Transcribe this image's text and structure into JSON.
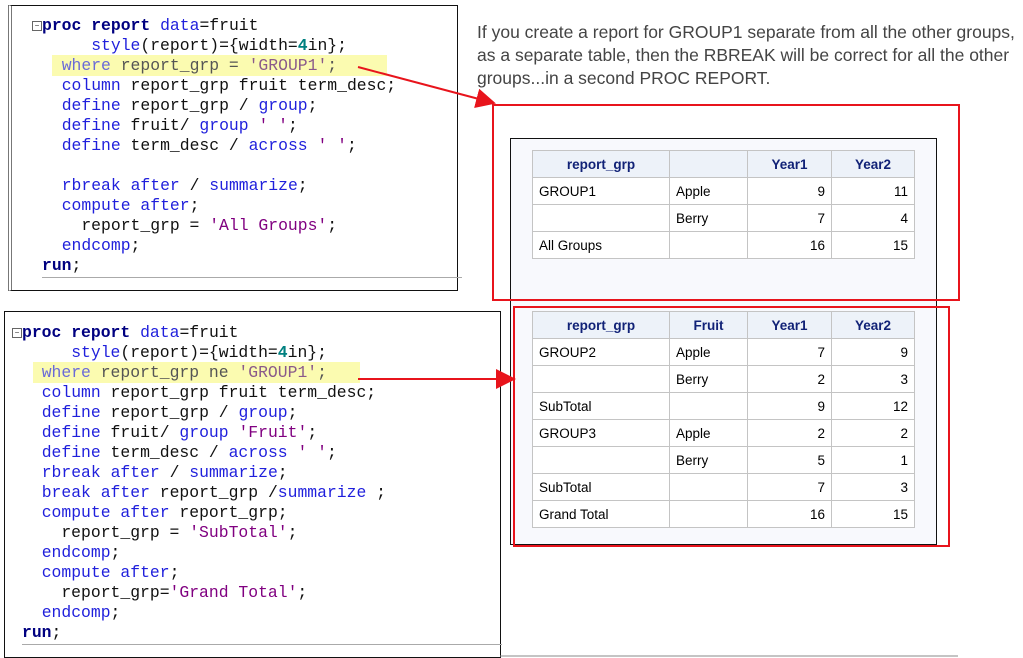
{
  "code_top": [
    [
      [
        "proc",
        "kb"
      ],
      [
        " ",
        "pl"
      ],
      [
        "report",
        "kb"
      ],
      [
        " ",
        "pl"
      ],
      [
        "data",
        "kw"
      ],
      [
        "=fruit",
        "pl"
      ]
    ],
    [
      [
        "     ",
        "pl"
      ],
      [
        "style",
        "kw"
      ],
      [
        "(report)={width=",
        "pl"
      ],
      [
        "4",
        "nm"
      ],
      [
        "in};",
        "pl"
      ]
    ],
    [
      [
        "  ",
        "pl"
      ],
      [
        "where",
        "kw"
      ],
      [
        " report_grp = ",
        "pl"
      ],
      [
        "'GROUP1'",
        "st"
      ],
      [
        ";",
        "pl"
      ]
    ],
    [
      [
        "  ",
        "pl"
      ],
      [
        "column",
        "kw"
      ],
      [
        " report_grp fruit term_desc;",
        "pl"
      ]
    ],
    [
      [
        "  ",
        "pl"
      ],
      [
        "define",
        "kw"
      ],
      [
        " report_grp / ",
        "pl"
      ],
      [
        "group",
        "kw"
      ],
      [
        ";",
        "pl"
      ]
    ],
    [
      [
        "  ",
        "pl"
      ],
      [
        "define",
        "kw"
      ],
      [
        " fruit/ ",
        "pl"
      ],
      [
        "group",
        "kw"
      ],
      [
        " ",
        "pl"
      ],
      [
        "' '",
        "st"
      ],
      [
        ";",
        "pl"
      ]
    ],
    [
      [
        "  ",
        "pl"
      ],
      [
        "define",
        "kw"
      ],
      [
        " term_desc / ",
        "pl"
      ],
      [
        "across",
        "kw"
      ],
      [
        " ",
        "pl"
      ],
      [
        "' '",
        "st"
      ],
      [
        ";",
        "pl"
      ]
    ],
    [],
    [
      [
        "  ",
        "pl"
      ],
      [
        "rbreak",
        "kw"
      ],
      [
        " ",
        "pl"
      ],
      [
        "after",
        "kw"
      ],
      [
        " / ",
        "pl"
      ],
      [
        "summarize",
        "kw"
      ],
      [
        ";",
        "pl"
      ]
    ],
    [
      [
        "  ",
        "pl"
      ],
      [
        "compute",
        "kw"
      ],
      [
        " ",
        "pl"
      ],
      [
        "after",
        "kw"
      ],
      [
        ";",
        "pl"
      ]
    ],
    [
      [
        "    report_grp = ",
        "pl"
      ],
      [
        "'All Groups'",
        "st"
      ],
      [
        ";",
        "pl"
      ]
    ],
    [
      [
        "  ",
        "pl"
      ],
      [
        "endcomp",
        "kw"
      ],
      [
        ";",
        "pl"
      ]
    ],
    [
      [
        "run",
        "kb"
      ],
      [
        ";",
        "pl"
      ]
    ]
  ],
  "code_bottom": [
    [
      [
        "proc",
        "kb"
      ],
      [
        " ",
        "pl"
      ],
      [
        "report",
        "kb"
      ],
      [
        " ",
        "pl"
      ],
      [
        "data",
        "kw"
      ],
      [
        "=fruit",
        "pl"
      ]
    ],
    [
      [
        "     ",
        "pl"
      ],
      [
        "style",
        "kw"
      ],
      [
        "(report)={width=",
        "pl"
      ],
      [
        "4",
        "nm"
      ],
      [
        "in};",
        "pl"
      ]
    ],
    [
      [
        "  ",
        "pl"
      ],
      [
        "where",
        "kw"
      ],
      [
        " report_grp ne ",
        "pl"
      ],
      [
        "'GROUP1'",
        "st"
      ],
      [
        ";",
        "pl"
      ]
    ],
    [
      [
        "  ",
        "pl"
      ],
      [
        "column",
        "kw"
      ],
      [
        " report_grp fruit term_desc;",
        "pl"
      ]
    ],
    [
      [
        "  ",
        "pl"
      ],
      [
        "define",
        "kw"
      ],
      [
        " report_grp / ",
        "pl"
      ],
      [
        "group",
        "kw"
      ],
      [
        ";",
        "pl"
      ]
    ],
    [
      [
        "  ",
        "pl"
      ],
      [
        "define",
        "kw"
      ],
      [
        " fruit/ ",
        "pl"
      ],
      [
        "group",
        "kw"
      ],
      [
        " ",
        "pl"
      ],
      [
        "'Fruit'",
        "st"
      ],
      [
        ";",
        "pl"
      ]
    ],
    [
      [
        "  ",
        "pl"
      ],
      [
        "define",
        "kw"
      ],
      [
        " term_desc / ",
        "pl"
      ],
      [
        "across",
        "kw"
      ],
      [
        " ",
        "pl"
      ],
      [
        "' '",
        "st"
      ],
      [
        ";",
        "pl"
      ]
    ],
    [
      [
        "  ",
        "pl"
      ],
      [
        "rbreak",
        "kw"
      ],
      [
        " ",
        "pl"
      ],
      [
        "after",
        "kw"
      ],
      [
        " / ",
        "pl"
      ],
      [
        "summarize",
        "kw"
      ],
      [
        ";",
        "pl"
      ]
    ],
    [
      [
        "  ",
        "pl"
      ],
      [
        "break",
        "kw"
      ],
      [
        " ",
        "pl"
      ],
      [
        "after",
        "kw"
      ],
      [
        " report_grp /",
        "pl"
      ],
      [
        "summarize",
        "kw"
      ],
      [
        " ;",
        "pl"
      ]
    ],
    [
      [
        "  ",
        "pl"
      ],
      [
        "compute",
        "kw"
      ],
      [
        " ",
        "pl"
      ],
      [
        "after",
        "kw"
      ],
      [
        " report_grp;",
        "pl"
      ]
    ],
    [
      [
        "    report_grp = ",
        "pl"
      ],
      [
        "'SubTotal'",
        "st"
      ],
      [
        ";",
        "pl"
      ]
    ],
    [
      [
        "  ",
        "pl"
      ],
      [
        "endcomp",
        "kw"
      ],
      [
        ";",
        "pl"
      ]
    ],
    [
      [
        "  ",
        "pl"
      ],
      [
        "compute",
        "kw"
      ],
      [
        " ",
        "pl"
      ],
      [
        "after",
        "kw"
      ],
      [
        ";",
        "pl"
      ]
    ],
    [
      [
        "    report_grp=",
        "pl"
      ],
      [
        "'Grand Total'",
        "st"
      ],
      [
        ";",
        "pl"
      ]
    ],
    [
      [
        "  ",
        "pl"
      ],
      [
        "endcomp",
        "kw"
      ],
      [
        ";",
        "pl"
      ]
    ],
    [
      [
        "run",
        "kb"
      ],
      [
        ";",
        "pl"
      ]
    ]
  ],
  "fold_icon": "−",
  "note": "If you create a report for  GROUP1 separate from all the other groups, as a separate table, then the  RBREAK will be correct for all the other groups...in a second PROC REPORT.",
  "table1": {
    "headers": [
      "report_grp",
      "",
      "Year1",
      "Year2"
    ],
    "rows": [
      [
        "GROUP1",
        "Apple",
        "9",
        "11"
      ],
      [
        "",
        "Berry",
        "7",
        "4"
      ],
      [
        "All Groups",
        "",
        "16",
        "15"
      ]
    ]
  },
  "table2": {
    "headers": [
      "report_grp",
      "Fruit",
      "Year1",
      "Year2"
    ],
    "rows": [
      [
        "GROUP2",
        "Apple",
        "7",
        "9"
      ],
      [
        "",
        "Berry",
        "2",
        "3"
      ],
      [
        "SubTotal",
        "",
        "9",
        "12"
      ],
      [
        "GROUP3",
        "Apple",
        "2",
        "2"
      ],
      [
        "",
        "Berry",
        "5",
        "1"
      ],
      [
        "SubTotal",
        "",
        "7",
        "3"
      ],
      [
        "Grand Total",
        "",
        "16",
        "15"
      ]
    ]
  },
  "colors": {
    "annotation_red": "#e8141c",
    "highlight": "#fbfbb0",
    "header_text": "#112277"
  }
}
